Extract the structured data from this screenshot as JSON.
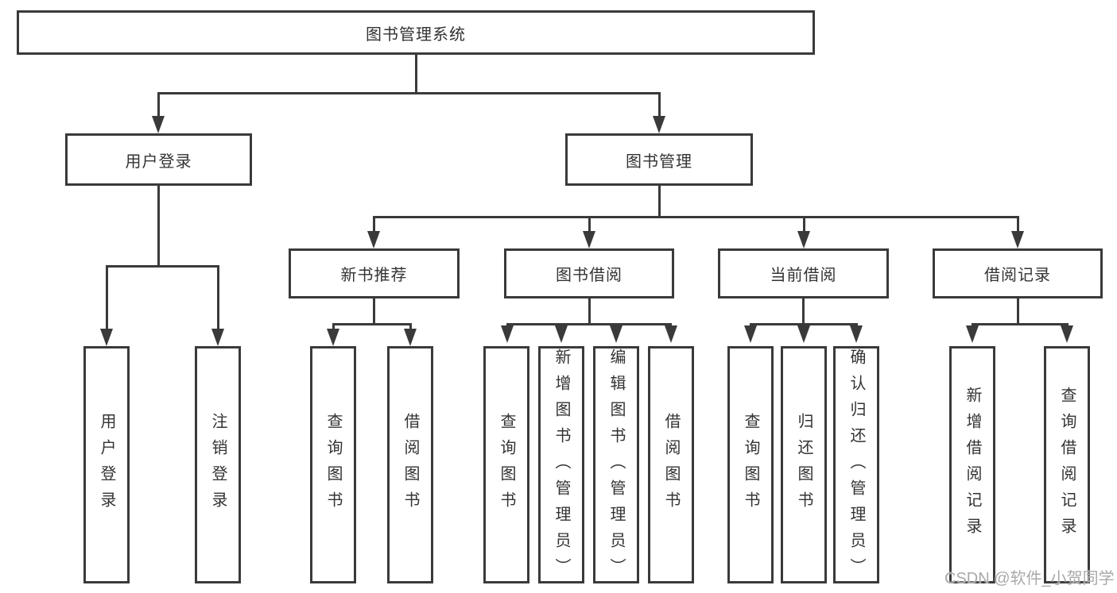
{
  "title": "图书管理系统",
  "watermark": "CSDN @软件_小贺同学",
  "colors": {
    "line": "#3a3a3a",
    "text": "#333333",
    "background": "#ffffff",
    "watermark": "#a9a9a9"
  },
  "tree": {
    "root": "图书管理系统",
    "children": [
      {
        "label": "用户登录",
        "children": [
          "用户登录",
          "注销登录"
        ]
      },
      {
        "label": "图书管理",
        "children": [
          {
            "label": "新书推荐",
            "children": [
              "查询图书",
              "借阅图书"
            ]
          },
          {
            "label": "图书借阅",
            "children": [
              "查询图书",
              "新增图书（管理员）",
              "编辑图书（管理员）",
              "借阅图书"
            ]
          },
          {
            "label": "当前借阅",
            "children": [
              "查询图书",
              "归还图书",
              "确认归还（管理员）"
            ]
          },
          {
            "label": "借阅记录",
            "children": [
              "新增借阅记录",
              "查询借阅记录"
            ]
          }
        ]
      }
    ]
  }
}
